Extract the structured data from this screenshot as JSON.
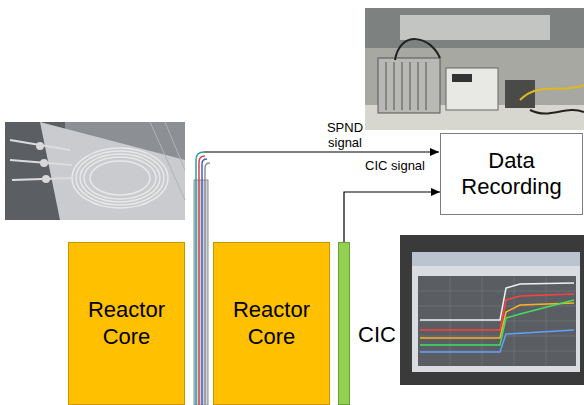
{
  "diagram": {
    "nodes": [
      {
        "text": [
          "Data Recording"
        ]
      },
      {
        "text": [
          "Reactor Core"
        ]
      },
      {
        "text": [
          "Reactor Core"
        ]
      },
      {
        "text": [
          "CIC"
        ]
      }
    ],
    "edges": [
      {
        "from": 3,
        "to": 0,
        "label": "CIC signal",
        "arrow": "to"
      }
    ],
    "labels": [
      "SPND signal"
    ]
  }
}
